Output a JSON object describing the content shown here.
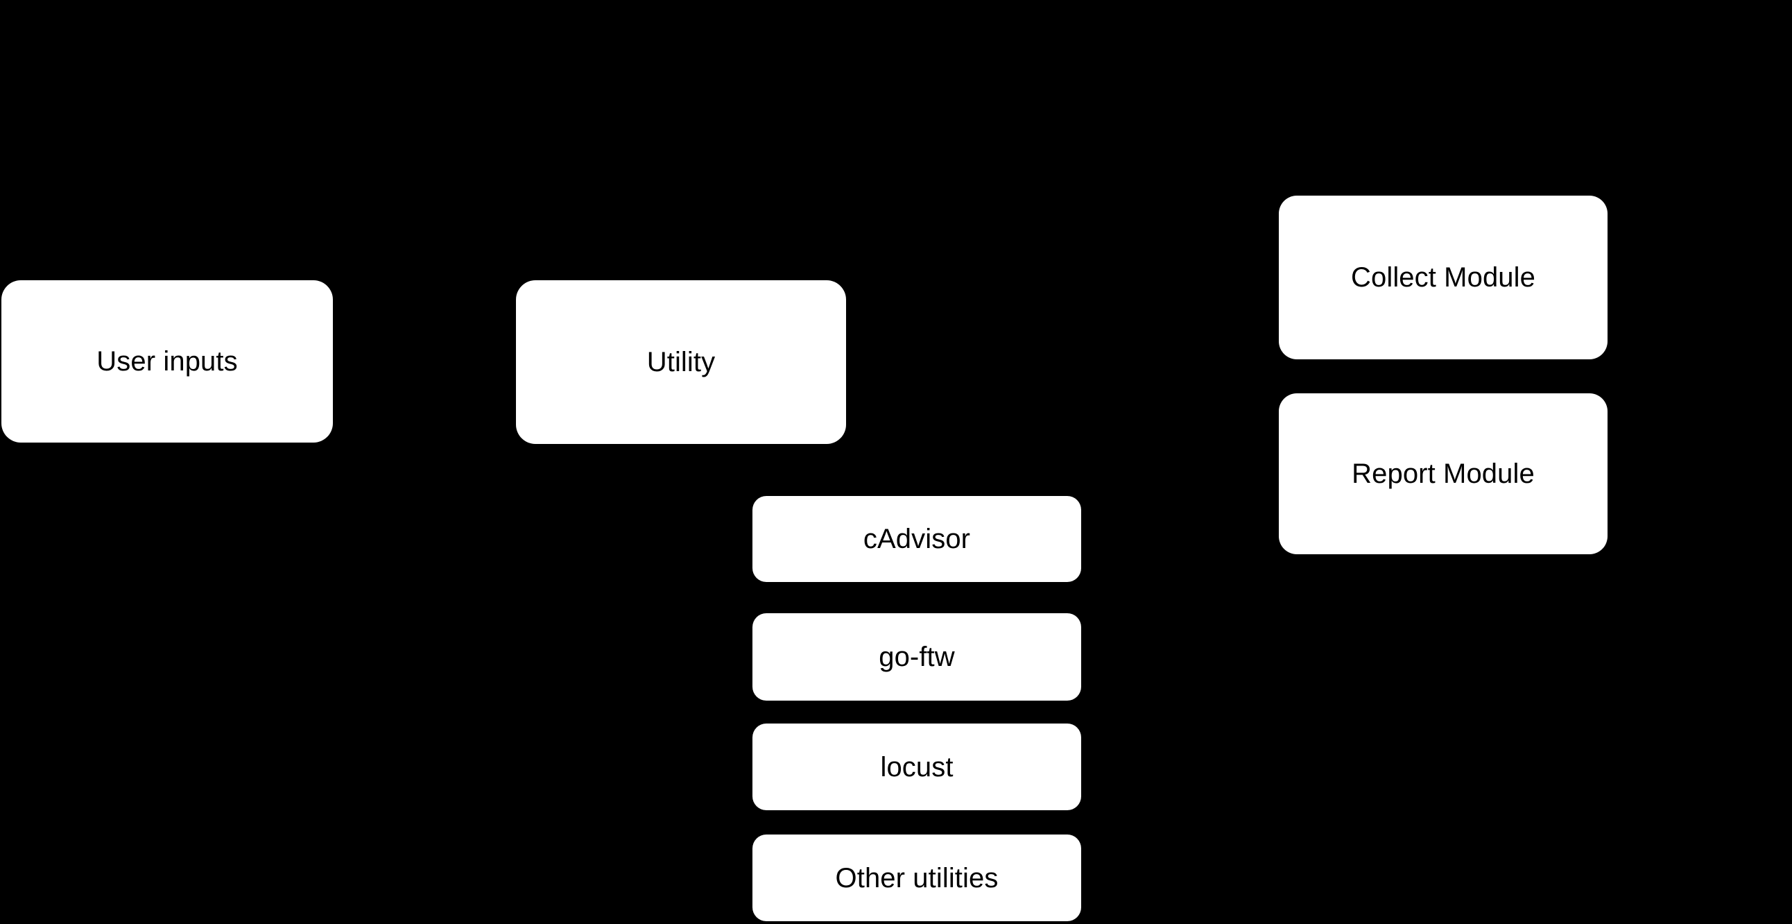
{
  "diagram": {
    "background_color": "#000000",
    "node_fill_color": "#ffffff",
    "node_text_color": "#000000",
    "nodes": [
      {
        "id": "user-inputs",
        "label": "User inputs"
      },
      {
        "id": "utility",
        "label": "Utility"
      },
      {
        "id": "cadvisor",
        "label": "cAdvisor"
      },
      {
        "id": "go-ftw",
        "label": "go-ftw"
      },
      {
        "id": "locust",
        "label": "locust"
      },
      {
        "id": "other-utilities",
        "label": "Other utilities"
      },
      {
        "id": "collect-module",
        "label": "Collect Module"
      },
      {
        "id": "report-module",
        "label": "Report Module"
      }
    ]
  }
}
